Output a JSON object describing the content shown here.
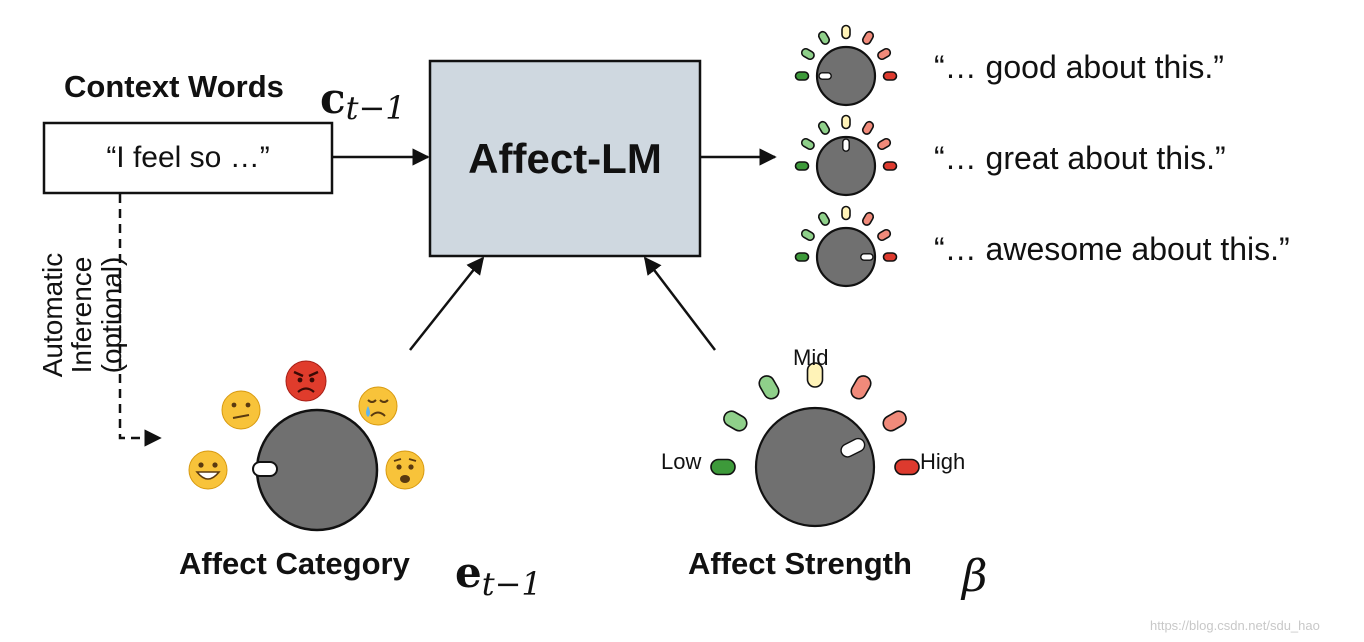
{
  "context": {
    "title": "Context Words",
    "symbol_main": "c",
    "symbol_sub": "t−1",
    "input_text": "“I feel so …”"
  },
  "model": {
    "label": "Affect-LM",
    "fill": "#cfd8e0"
  },
  "inference": {
    "line1": "Automatic",
    "line2": "Inference",
    "line3": "(optional)"
  },
  "outputs": [
    {
      "text": "“… good about this.”",
      "level": 0.0
    },
    {
      "text": "“… great about this.”",
      "level": 0.5
    },
    {
      "text": "“… awesome about this.”",
      "level": 1.0
    }
  ],
  "affect_category": {
    "label": "Affect Category",
    "symbol_main": "e",
    "symbol_sub": "t−1",
    "emojis": [
      "grinning-face",
      "confused-face",
      "angry-face",
      "crying-face",
      "fearful-face"
    ]
  },
  "affect_strength": {
    "label": "Affect Strength",
    "symbol": "β",
    "low": "Low",
    "mid": "Mid",
    "high": "High",
    "level": 0.85
  },
  "colors": {
    "knob": "#707070",
    "green_dark": "#3d9a3a",
    "green_light": "#8fd08a",
    "mid": "#fff3b8",
    "red_light": "#f08a7a",
    "red_dark": "#dd3a2e"
  },
  "watermark": "https://blog.csdn.net/sdu_hao"
}
